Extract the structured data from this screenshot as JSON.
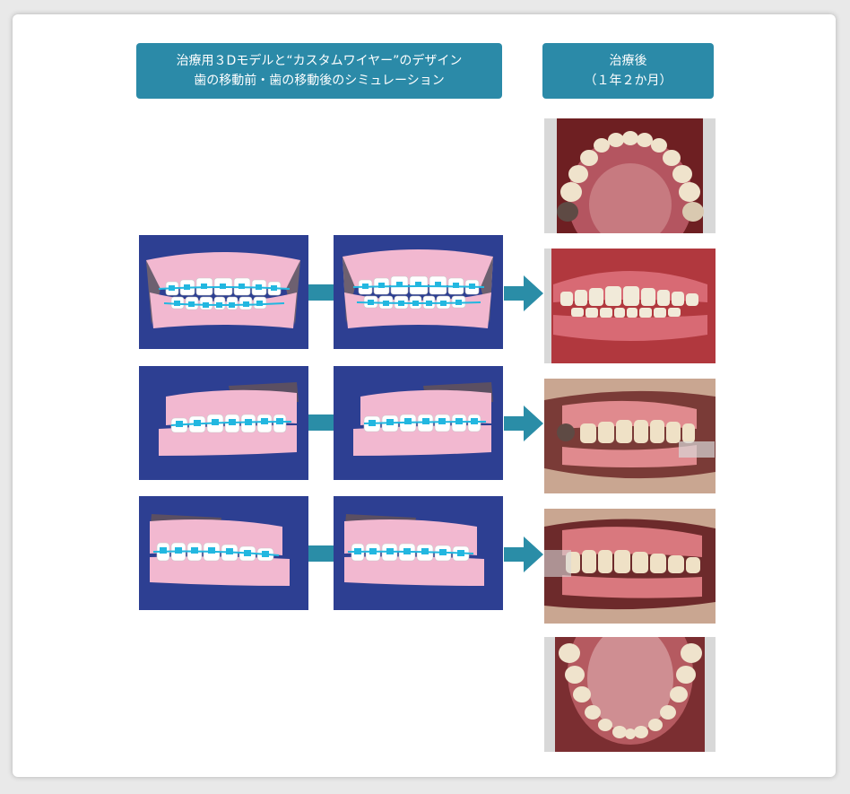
{
  "header": {
    "simulation_line1": "治療用３Dモデルと“カスタムワイヤー”のデザイン",
    "simulation_line2": "歯の移動前・歯の移動後のシミュレーション",
    "after_line1": "治療後",
    "after_line2": "（１年２か月）"
  },
  "colors": {
    "label_bg": "#2b8aa8",
    "model_bg": "#2d3f92",
    "gum_model": "#f2b8d0",
    "bracket": "#22b7e0",
    "arrow": "#2a8da7"
  },
  "simulation_rows": [
    {
      "view": "frontal",
      "before": "3d-model-before",
      "after": "3d-model-after"
    },
    {
      "view": "right-lateral",
      "before": "3d-model-before",
      "after": "3d-model-after"
    },
    {
      "view": "left-lateral",
      "before": "3d-model-before",
      "after": "3d-model-after"
    }
  ],
  "result_photos": [
    {
      "view": "upper-occlusal"
    },
    {
      "view": "frontal"
    },
    {
      "view": "right-lateral"
    },
    {
      "view": "left-lateral"
    },
    {
      "view": "lower-occlusal"
    }
  ]
}
